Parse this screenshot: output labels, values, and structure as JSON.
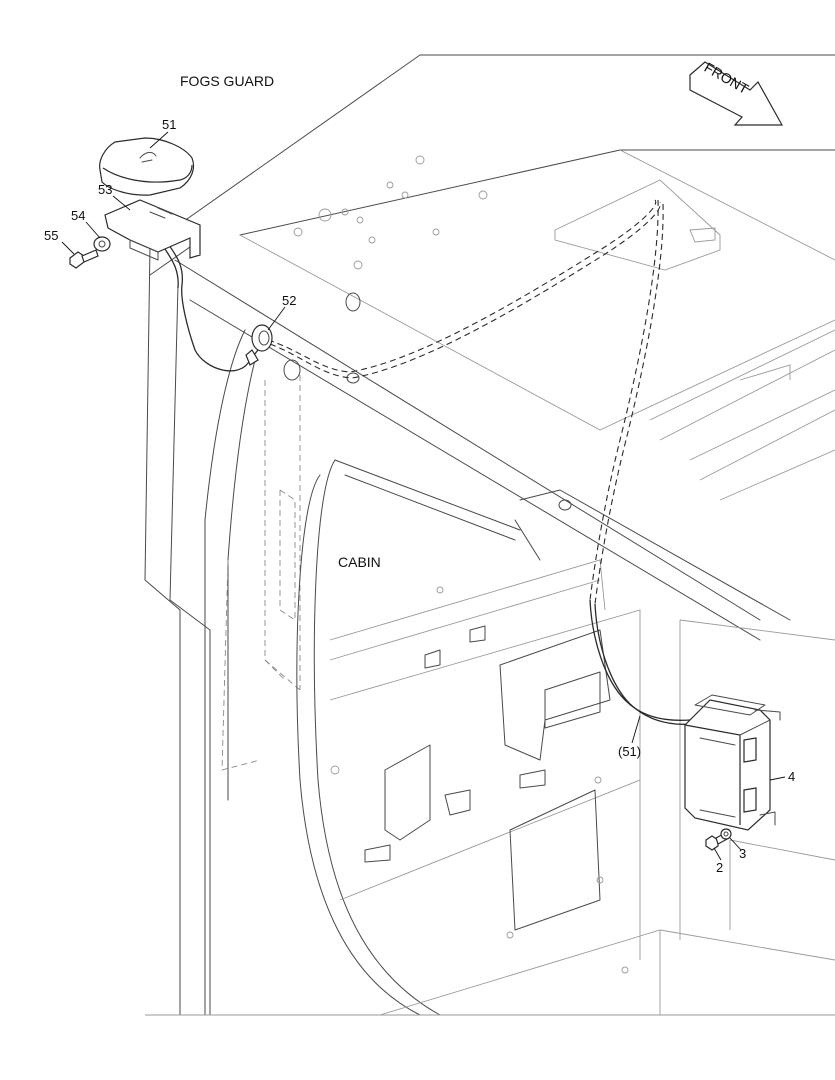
{
  "labels": {
    "fogs_guard": "FOGS GUARD",
    "cabin": "CABIN",
    "front": "FRONT"
  },
  "callouts": {
    "p51": "51",
    "p52": "52",
    "p53": "53",
    "p54": "54",
    "p55": "55",
    "p51_ref": "(51)",
    "p2": "2",
    "p3": "3",
    "p4": "4"
  },
  "colors": {
    "line": "#4a4a4a",
    "wire": "#2b2b2b",
    "background": "#ffffff"
  }
}
